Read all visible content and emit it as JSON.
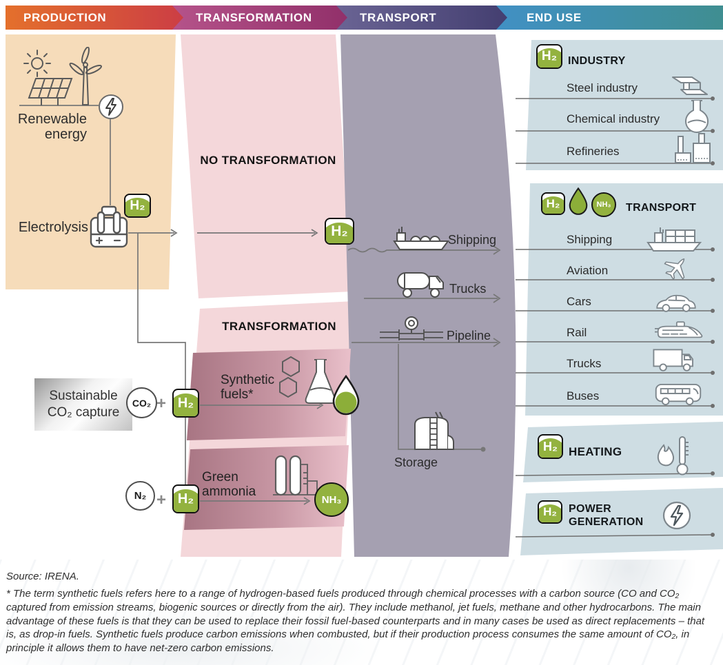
{
  "stages": [
    {
      "label": "PRODUCTION",
      "color_from": "#e4702c",
      "color_to": "#ca3a46"
    },
    {
      "label": "TRANSFORMATION",
      "color_from": "#b5538a",
      "color_to": "#8d2c66"
    },
    {
      "label": "TRANSPORT",
      "color_from": "#6a6494",
      "color_to": "#3f3a6c"
    },
    {
      "label": "END USE",
      "color_from": "#4190c4",
      "color_to": "#3f8e8a"
    }
  ],
  "badges": {
    "h2": "H₂",
    "co2": "CO₂",
    "n2": "N₂",
    "nh3": "NH₃",
    "plus": "+"
  },
  "production": {
    "renewable_line1": "Renewable",
    "renewable_line2": "energy",
    "electrolysis": "Electrolysis",
    "capture_line1": "Sustainable",
    "capture_line2": "CO₂ capture"
  },
  "transformation": {
    "no_transformation": "NO TRANSFORMATION",
    "transformation": "TRANSFORMATION",
    "synthetic_line1": "Synthetic",
    "synthetic_line2": "fuels*",
    "ammonia_line1": "Green",
    "ammonia_line2": "ammonia"
  },
  "transport": {
    "shipping": "Shipping",
    "trucks": "Trucks",
    "pipeline": "Pipeline",
    "storage": "Storage"
  },
  "end_use": {
    "industry": {
      "title": "INDUSTRY",
      "items": [
        {
          "label": "Steel industry"
        },
        {
          "label": "Chemical industry"
        },
        {
          "label": "Refineries"
        }
      ]
    },
    "transport": {
      "title": "TRANSPORT",
      "items": [
        {
          "label": "Shipping"
        },
        {
          "label": "Aviation"
        },
        {
          "label": "Cars"
        },
        {
          "label": "Rail"
        },
        {
          "label": "Trucks"
        },
        {
          "label": "Buses"
        }
      ]
    },
    "heating": {
      "title": "HEATING"
    },
    "power": {
      "title_line1": "POWER",
      "title_line2": "GENERATION"
    }
  },
  "footer": {
    "source": "Source: IRENA.",
    "footnote": "* The term synthetic fuels refers here to a range of hydrogen-based fuels produced through chemical processes with a carbon source (CO and CO₂ captured from emission streams, biogenic sources or directly from the air). They include methanol, jet fuels, methane and other hydrocarbons. The main advantage of these fuels is that they can be used to replace their fossil fuel-based counterparts and in many cases be used as direct replacements – that is, as drop-in fuels. Synthetic fuels produce carbon emissions when combusted, but if their production process consumes the same amount of CO₂, in principle it allows them to have net-zero carbon emissions."
  },
  "colors": {
    "production_bg": "#f6dcba",
    "transformation_bg": "#f4d7da",
    "transport_bg": "#a5a0b1",
    "enduse_bg": "#cedde3",
    "h2_green": "#93b23f",
    "mauve_box": "#aa7787",
    "line": "#777777"
  }
}
